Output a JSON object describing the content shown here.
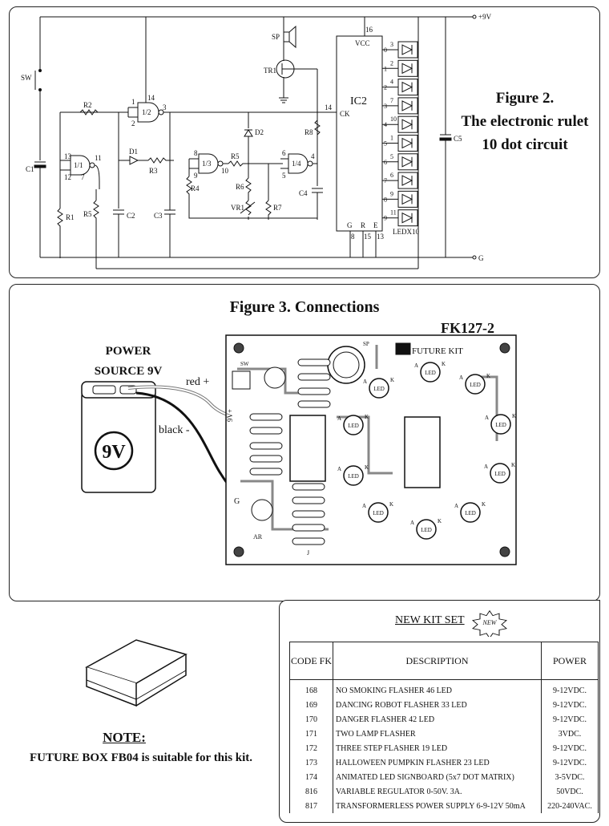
{
  "figure2": {
    "title_line1": "Figure 2.",
    "title_line2": "The electronic rulet",
    "title_line3": "10 dot circuit",
    "labels": {
      "vcc_rail": "+9V",
      "gnd_rail": "G",
      "sw": "SW",
      "sp": "SP",
      "tr1": "TR1",
      "ic2": "IC2",
      "vcc": "VCC",
      "ck": "CK",
      "pin16": "16",
      "pin14_ck": "14",
      "gate1": "1/1",
      "gate2": "1/2",
      "gate3": "1/3",
      "gate4": "1/4",
      "r1": "R1",
      "r2": "R2",
      "r3": "R3",
      "r4": "R4",
      "r5a": "R5",
      "r5b": "R5",
      "r6": "R6",
      "r7": "R7",
      "r8": "R8",
      "vr1": "VR1",
      "c1": "C1",
      "c2": "C2",
      "c3": "C3",
      "c4": "C4",
      "c5": "C5",
      "d1": "D1",
      "d2": "D2",
      "ledx10": "LEDX10",
      "pin_g": "G",
      "pin_r": "R",
      "pin_e": "E",
      "pin_8": "8",
      "pin_15": "15",
      "pin_13": "13",
      "pins": [
        "1",
        "2",
        "3",
        "4",
        "5",
        "6",
        "7",
        "8",
        "9",
        "10",
        "11",
        "12",
        "13",
        "14"
      ],
      "led_out_numbers": [
        "0",
        "1",
        "2",
        "3",
        "4",
        "5",
        "6",
        "7",
        "8",
        "9"
      ],
      "led_in_numbers": [
        "3",
        "2",
        "4",
        "7",
        "10",
        "1",
        "5",
        "6",
        "9",
        "11"
      ]
    }
  },
  "figure3": {
    "title": "Figure 3. Connections",
    "kit_code": "FK127-2",
    "power_line1": "POWER",
    "power_line2": "SOURCE 9V",
    "battery_label": "9V",
    "wire_red": "red +",
    "wire_black": "black -",
    "pcb_brand": "FUTURE KIT",
    "pcb_labels": {
      "led": "LED",
      "k": "K",
      "a": "A",
      "g": "G",
      "9v": "9V+",
      "ar": "AR",
      "sw": "SW",
      "sp": "SP",
      "j": "J"
    }
  },
  "note": {
    "heading": "NOTE:",
    "text": "FUTURE BOX FB04 is suitable for this kit."
  },
  "new_kits": {
    "heading": "NEW KIT SET",
    "badge": "NEW",
    "col_code": "CODE FK",
    "col_desc": "DESCRIPTION",
    "col_power": "POWER",
    "rows": [
      {
        "code": "168",
        "desc": "NO SMOKING FLASHER 46 LED",
        "power": "9-12VDC."
      },
      {
        "code": "169",
        "desc": "DANCING ROBOT FLASHER 33 LED",
        "power": "9-12VDC."
      },
      {
        "code": "170",
        "desc": "DANGER FLASHER 42 LED",
        "power": "9-12VDC."
      },
      {
        "code": "171",
        "desc": "TWO LAMP FLASHER",
        "power": "3VDC."
      },
      {
        "code": "172",
        "desc": "THREE STEP FLASHER 19 LED",
        "power": "9-12VDC."
      },
      {
        "code": "173",
        "desc": "HALLOWEEN PUMPKIN FLASHER 23 LED",
        "power": "9-12VDC."
      },
      {
        "code": "174",
        "desc": "ANIMATED LED SIGNBOARD (5x7 DOT MATRIX)",
        "power": "3-5VDC."
      },
      {
        "code": "816",
        "desc": "VARIABLE REGULATOR 0-50V. 3A.",
        "power": "50VDC."
      },
      {
        "code": "817",
        "desc": "TRANSFORMERLESS POWER SUPPLY 6-9-12V 50mA",
        "power": "220-240VAC."
      }
    ]
  }
}
